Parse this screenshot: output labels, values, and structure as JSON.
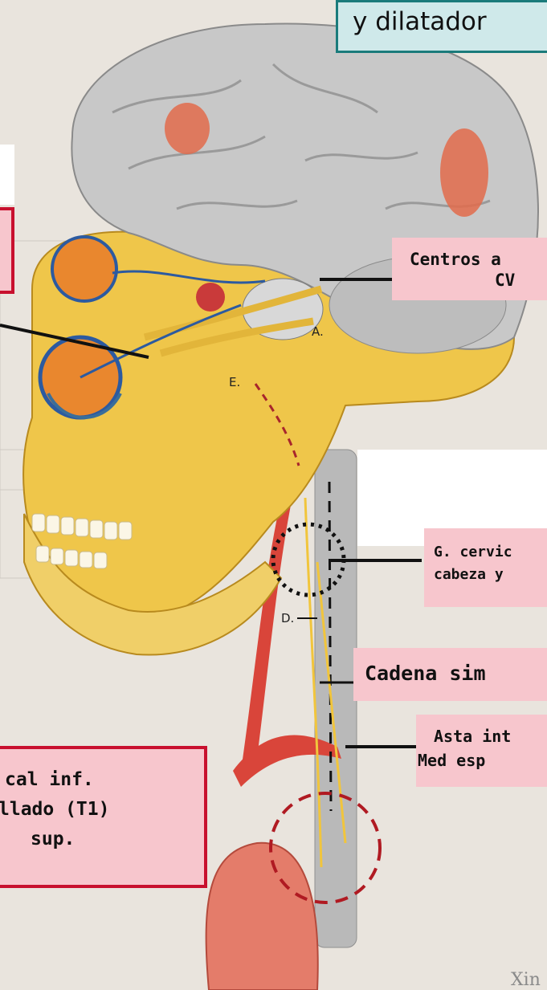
{
  "title": "y dilatador",
  "labels": {
    "centros_line1": "Centros a",
    "centros_line2": "CV",
    "cervical_line1": "G. cervic",
    "cervical_line2": "cabeza y",
    "cadena": "Cadena sim",
    "asta_line1": "Asta int",
    "asta_line2": "Med esp",
    "left_box_line1": "cal inf.",
    "left_box_line2": "llado (T1)",
    "left_box_line3": "sup."
  },
  "diagram_letters": {
    "a": "A.",
    "e": "E.",
    "d": "D."
  },
  "watermark": "Xin",
  "colors": {
    "label_fill": "#f7c6cd",
    "title_fill": "#cfe9ea",
    "title_border": "#1a7b7b",
    "box_border": "#c8102e",
    "bone": "#efc64a",
    "artery": "#d9453a",
    "brain": "#c8c8c8"
  }
}
